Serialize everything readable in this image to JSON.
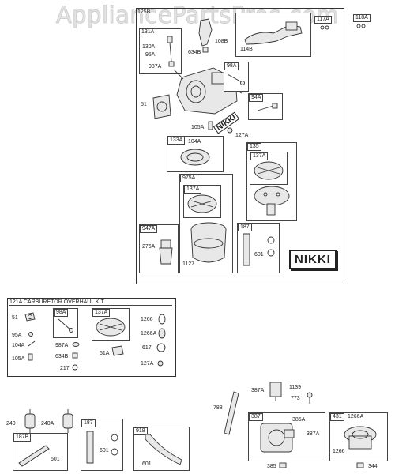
{
  "watermark": "AppliancePartsPros.com",
  "main": {
    "id": "125B",
    "top_tags": {
      "t1": "117A",
      "t2": "118A"
    },
    "group_131A": {
      "id": "131A",
      "labels": [
        "130A",
        "95A",
        "987A"
      ]
    },
    "group_108": {
      "labels": [
        "108B",
        "634B"
      ]
    },
    "group_114": {
      "labels": [
        "114B"
      ]
    },
    "group_98A": {
      "id": "98A"
    },
    "group_94A": {
      "id": "94A"
    },
    "loose": {
      "l51": "51",
      "l105A": "105A",
      "l127A": "127A",
      "nikki_small": "NIKKI"
    },
    "group_133A": {
      "id": "133A",
      "label": "104A"
    },
    "group_135": {
      "id": "135",
      "inner": "137A"
    },
    "group_975A": {
      "id": "975A",
      "inner": "137A",
      "label": "1127"
    },
    "group_947A": {
      "id": "947A",
      "label": "276A"
    },
    "group_187": {
      "id": "187",
      "label": "601"
    },
    "nikki_big": "NIKKI"
  },
  "kit": {
    "title": "121A CARBURETOR OVERHAUL KIT",
    "col1": [
      "51",
      "95A",
      "104A",
      "105A"
    ],
    "box98A": "98A",
    "col2": [
      "987A",
      "634B",
      "217"
    ],
    "box137A": "137A",
    "col3": [
      "51A"
    ],
    "col4": [
      "1266",
      "1266A",
      "617",
      "127A"
    ]
  },
  "bottom": {
    "l240": "240",
    "l240A": "240A",
    "b187B": {
      "id": "187B",
      "label": "601"
    },
    "b187": {
      "id": "187",
      "label": "601"
    },
    "b918": {
      "id": "918",
      "label": "601"
    },
    "l788": "788",
    "l387A": "387A",
    "l1139": "1139",
    "l773": "773",
    "b387": {
      "id": "387",
      "labels": [
        "385A",
        "387A"
      ]
    },
    "l385": "385",
    "b431": {
      "id": "431",
      "labels": [
        "1266A",
        "1266"
      ]
    },
    "l344": "344"
  }
}
